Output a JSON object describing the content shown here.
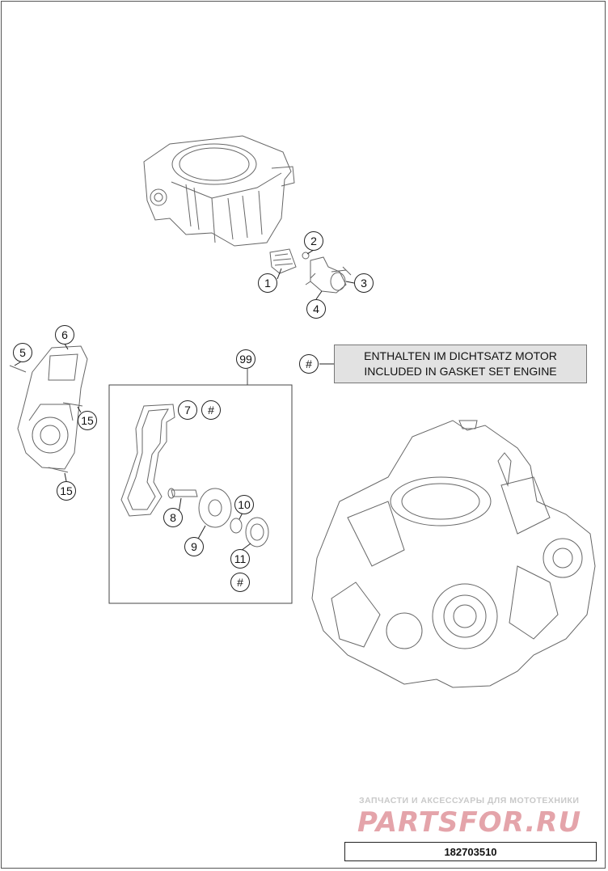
{
  "callouts": {
    "c1": "1",
    "c2": "2",
    "c3": "3",
    "c4": "4",
    "c5": "5",
    "c6": "6",
    "c7": "7",
    "c7h": "#",
    "c8": "8",
    "c9": "9",
    "c10": "10",
    "c11": "11",
    "c11h": "#",
    "c15a": "15",
    "c15b": "15",
    "c99": "99",
    "note_hash": "#"
  },
  "note": {
    "line1": "ENTHALTEN IM DICHTSATZ MOTOR",
    "line2": "INCLUDED IN GASKET SET ENGINE"
  },
  "watermark": {
    "tagline": "ЗАПЧАСТИ И АКСЕССУАРЫ ДЛЯ МОТОТЕХНИКИ",
    "logo": "PARTSFOR.RU"
  },
  "drawing_code": "182703510"
}
